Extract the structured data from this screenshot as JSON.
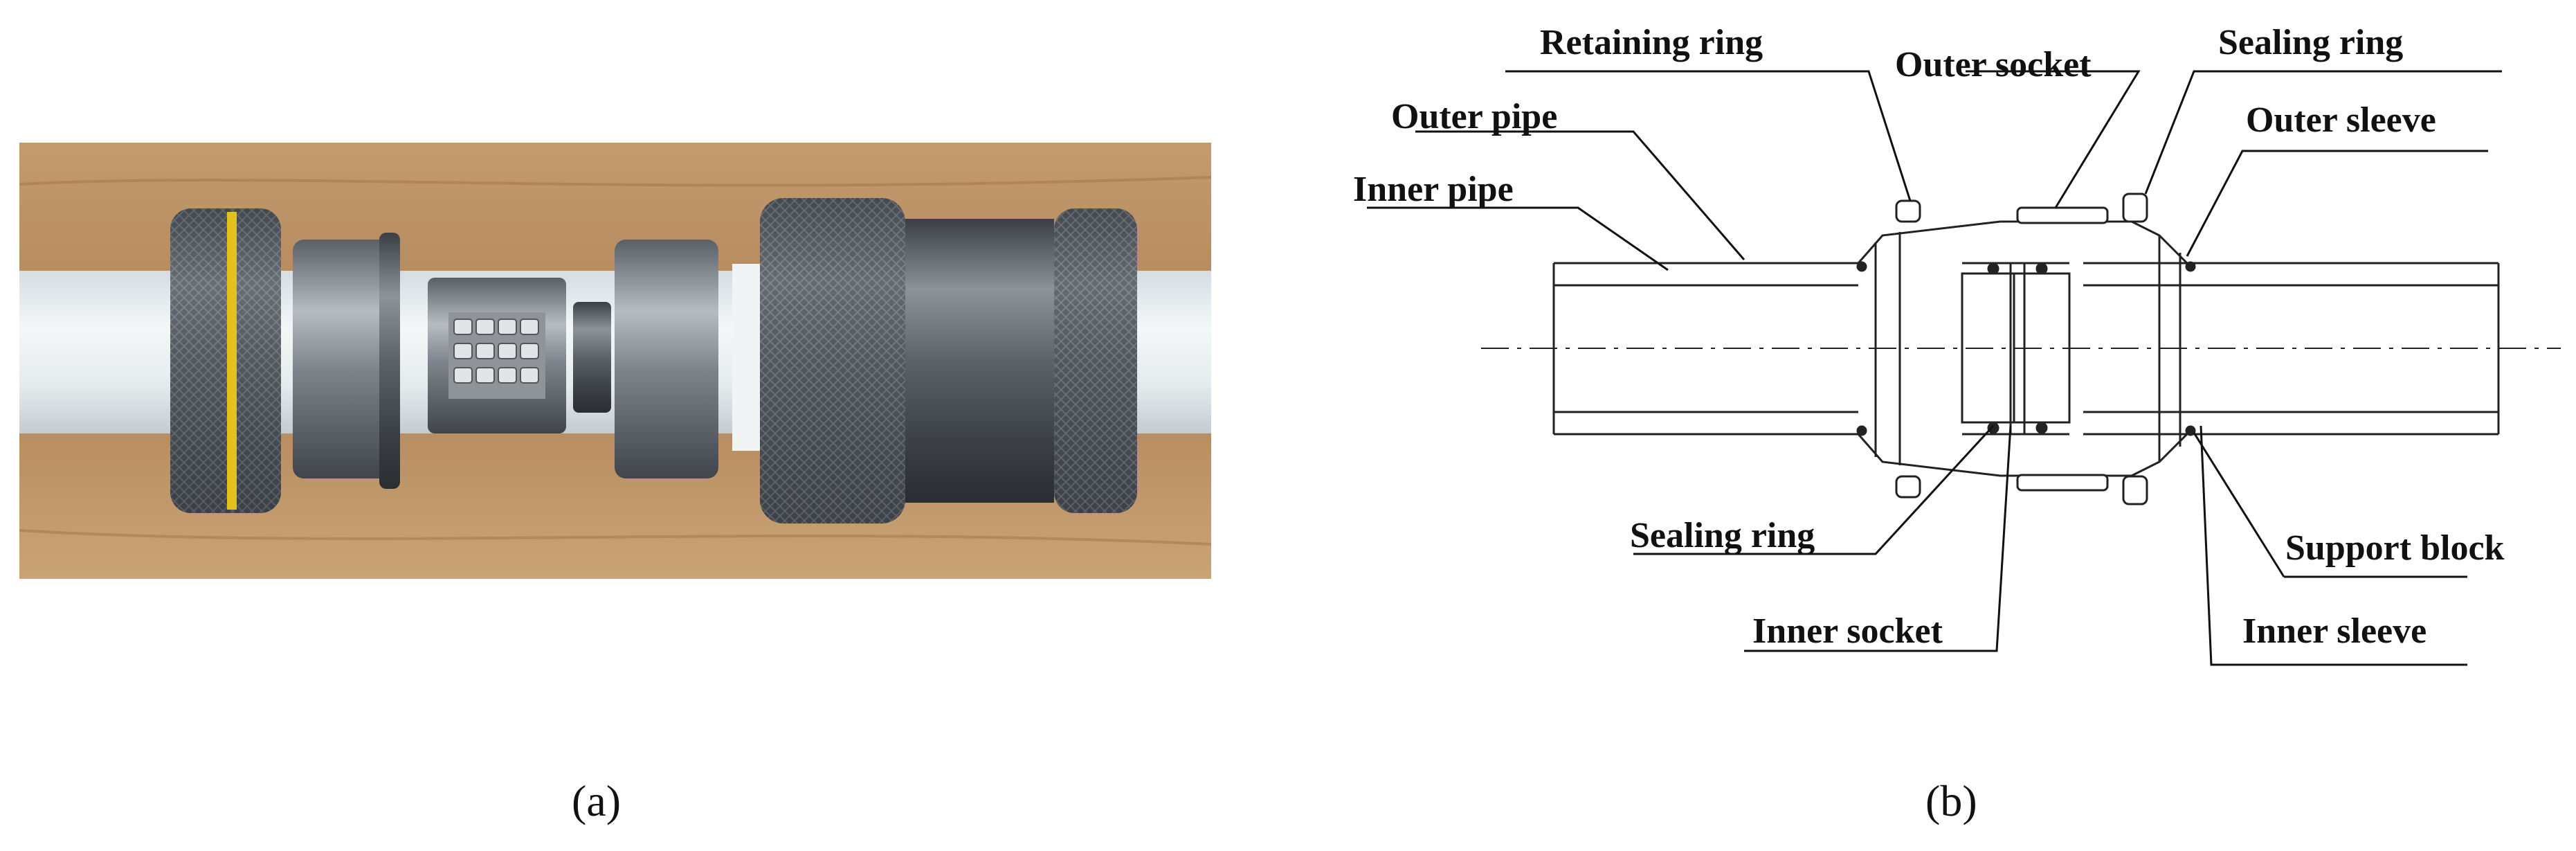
{
  "figure": {
    "panel_a": {
      "caption": "(a)"
    },
    "panel_b": {
      "caption": "(b)",
      "labels": {
        "retaining_ring": "Retaining ring",
        "outer_socket": "Outer socket",
        "sealing_ring_top": "Sealing ring",
        "outer_pipe": "Outer pipe",
        "outer_sleeve": "Outer sleeve",
        "inner_pipe": "Inner pipe",
        "sealing_ring_bottom": "Sealing ring",
        "support_block": "Support block",
        "inner_socket": "Inner socket",
        "inner_sleeve": "Inner sleeve"
      }
    }
  },
  "colors": {
    "wood": "#b58a5e",
    "steel": "#5c6066",
    "pipe": "#e7ecee",
    "ring_accent": "#e3c21e",
    "line": "#222222"
  }
}
